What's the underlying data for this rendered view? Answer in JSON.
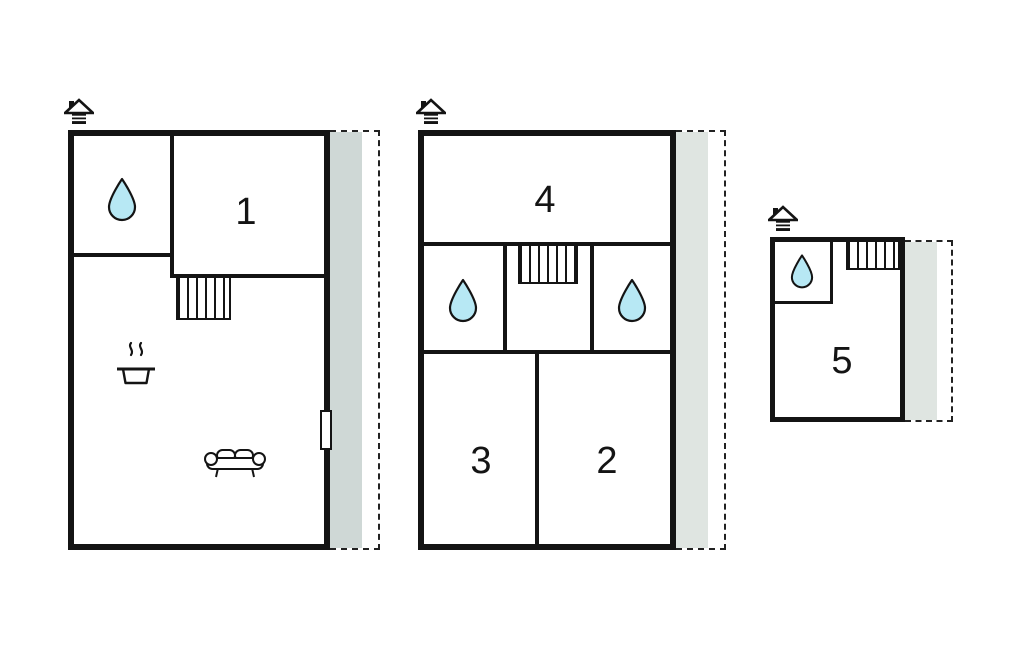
{
  "diagram": {
    "type": "floor-plan",
    "colors": {
      "wall": "#141414",
      "water_drop": "#b7e8f4",
      "annex_main": "#cfd8d6",
      "annex_light": "#dfe5e1",
      "background": "#ffffff"
    },
    "buildings": {
      "main": {
        "name": "left-unit",
        "rooms": [
          {
            "label": "1"
          }
        ],
        "icons": [
          "chimney-icon",
          "water-drop-icon",
          "stairs",
          "cooking-pot-icon",
          "sofa-icon",
          "door",
          "annex-area"
        ]
      },
      "second": {
        "name": "middle-unit",
        "rooms": [
          {
            "label": "4"
          },
          {
            "label": "3"
          },
          {
            "label": "2"
          }
        ],
        "icons": [
          "chimney-icon",
          "water-drop-icon",
          "water-drop-icon",
          "stairs",
          "annex-area"
        ]
      },
      "third": {
        "name": "right-unit",
        "rooms": [
          {
            "label": "5"
          }
        ],
        "icons": [
          "chimney-icon",
          "water-drop-icon",
          "stairs",
          "annex-area"
        ]
      }
    }
  }
}
